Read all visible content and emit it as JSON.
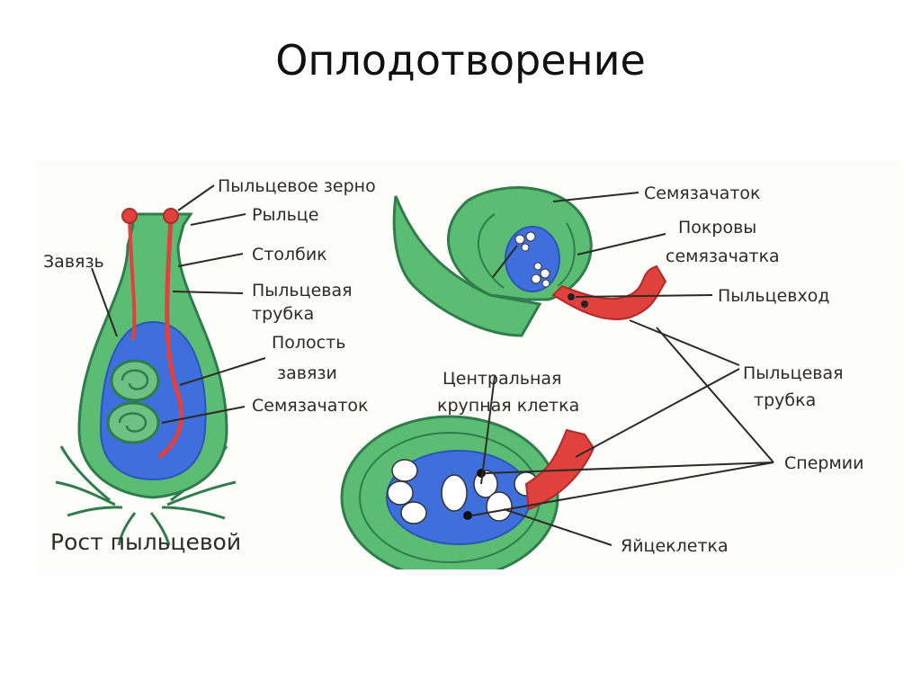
{
  "slide": {
    "title": "Оплодотворение"
  },
  "colors": {
    "tissue": "#5bbd73",
    "tissue_stroke": "#2f7d4a",
    "cavity": "#3f6fdc",
    "ovule": "#6fc084",
    "pollen_tube": "#e0413d",
    "pollen_tube_light": "#f08a80",
    "label_text": "#2e2a26",
    "leader_line": "#2e2a26"
  },
  "figure": {
    "labels": {
      "pollen_grain": "Пыльцевое зерно",
      "stigma": "Рыльце",
      "ovary": "Завязь",
      "style": "Столбик",
      "pollen_tube_line1": "Пыльцевая",
      "pollen_tube_line2": "трубка",
      "ovary_cavity_line1": "Полость",
      "ovary_cavity_line2": "завязи",
      "ovule_left": "Семязачаток",
      "ovule_top": "Семязачаток",
      "integuments_line1": "Покровы",
      "integuments_line2": "семязачатка",
      "micropyle": "Пыльцевход",
      "central_cell_line1": "Центральная",
      "central_cell_line2": "крупная клетка",
      "pollen_tube_right_line1": "Пыльцевая",
      "pollen_tube_right_line2": "трубка",
      "sperm": "Спермии",
      "egg_cell": "Яйцеклетка"
    },
    "caption": "Рост пыльцевой"
  }
}
